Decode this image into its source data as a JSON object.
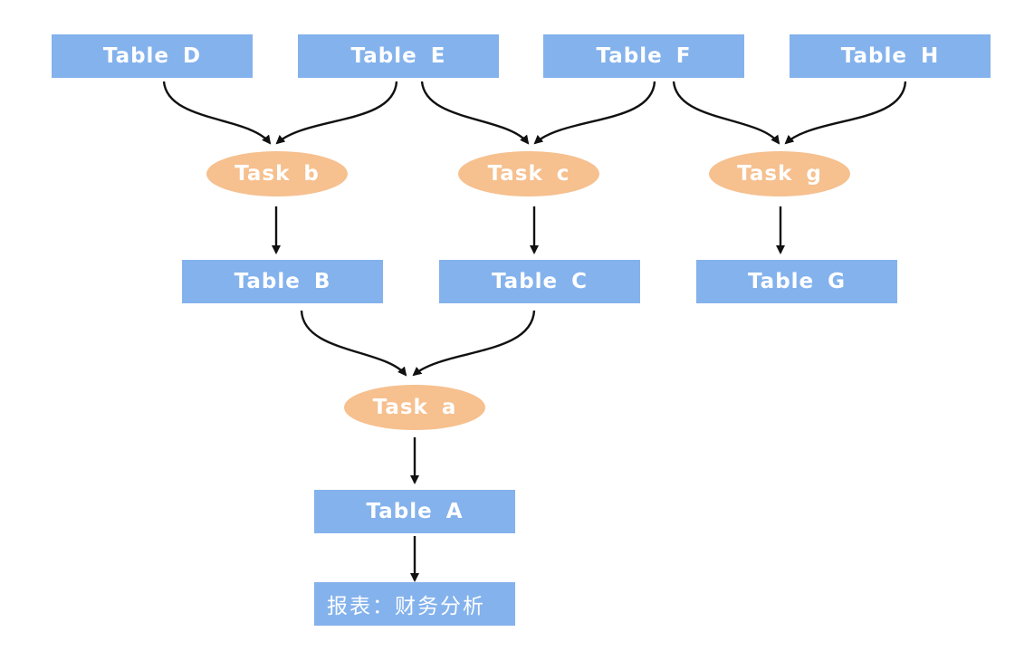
{
  "tables": {
    "d": "Table D",
    "e": "Table E",
    "f": "Table F",
    "h": "Table H",
    "b": "Table B",
    "c": "Table C",
    "g": "Table G",
    "a": "Table A"
  },
  "tasks": {
    "b": "Task b",
    "c": "Task c",
    "g": "Task g",
    "a": "Task a"
  },
  "report": "报表：财务分析",
  "colors": {
    "table_fill": "#84b2ec",
    "task_fill": "#f6c08f",
    "text": "#ffffff",
    "edge": "#111111"
  }
}
